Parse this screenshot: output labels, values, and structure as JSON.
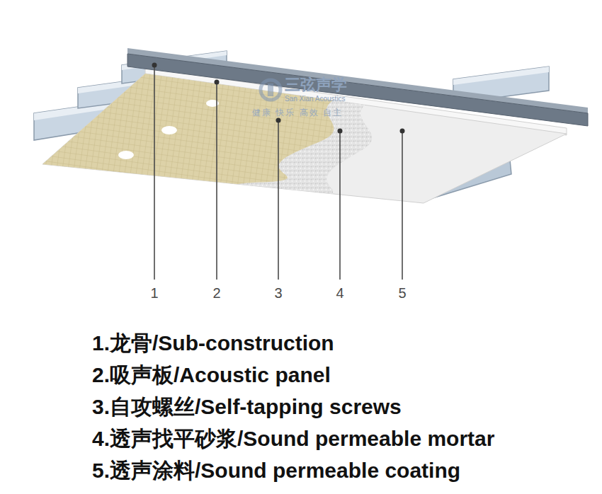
{
  "diagram": {
    "labels": [
      "1",
      "2",
      "3",
      "4",
      "5",
      "1.龙骨/Sub-construction",
      "2.吸声板/Acoustic panel",
      "3.自攻螺丝/Self-tapping screws",
      "4.透声找平砂浆/Sound permeable mortar",
      "5.透声涂料/Sound permeable coating",
      "三弦声学",
      "San Xian Acoustics",
      "健康 快乐 高效 自主"
    ]
  }
}
